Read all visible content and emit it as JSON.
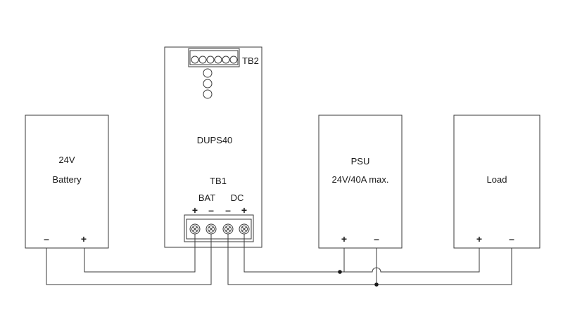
{
  "battery": {
    "voltage": "24V",
    "name": "Battery",
    "neg": "–",
    "pos": "+"
  },
  "dups": {
    "name": "DUPS40",
    "tb1": "TB1",
    "tb2": "TB2",
    "bat": "BAT",
    "dc": "DC",
    "bat_pos": "+",
    "bat_neg": "–",
    "dc_neg": "–",
    "dc_pos": "+"
  },
  "psu": {
    "name": "PSU",
    "rating": "24V/40A max.",
    "pos": "+",
    "neg": "–"
  },
  "load": {
    "name": "Load",
    "pos": "+",
    "neg": "–"
  }
}
